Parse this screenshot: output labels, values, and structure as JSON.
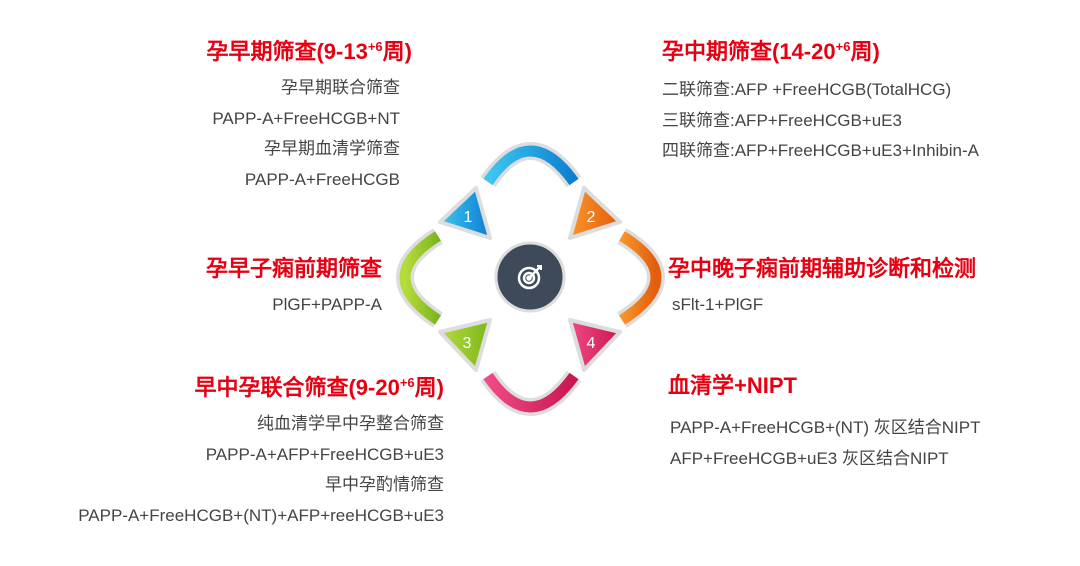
{
  "sections": [
    {
      "num": "1",
      "title": "孕早期筛查(9-13",
      "sup": "+6",
      "title_end": "周)",
      "lines": [
        "孕早期联合筛查",
        "PAPP-A+FreeHCGB+NT",
        "孕早期血清学筛查",
        "PAPP-A+FreeHCGB"
      ]
    },
    {
      "num": "2",
      "title": "孕中期筛查(14-20",
      "sup": "+6",
      "title_end": "周)",
      "lines": [
        "二联筛查:AFP +FreeHCGB(TotalHCG)",
        "三联筛查:AFP+FreeHCGB+uE3",
        "四联筛查:AFP+FreeHCGB+uE3+Inhibin-A"
      ]
    },
    {
      "title": "孕早子痫前期筛查",
      "lines": [
        "PlGF+PAPP-A"
      ]
    },
    {
      "title": "孕中晚子痫前期辅助诊断和检测",
      "lines": [
        "sFlt-1+PlGF"
      ]
    },
    {
      "num": "3",
      "title": "早中孕联合筛查(9-20",
      "sup": "+6",
      "title_end": "周)",
      "lines": [
        "纯血清学早中孕整合筛查",
        "PAPP-A+AFP+FreeHCGB+uE3",
        "早中孕酌情筛查",
        "PAPP-A+FreeHCGB+(NT)+AFP+reeHCGB+uE3"
      ]
    },
    {
      "num": "4",
      "title": "血清学+NIPT",
      "lines": [
        "PAPP-A+FreeHCGB+(NT) 灰区结合NIPT",
        "AFP+FreeHCGB+uE3 灰区结合NIPT"
      ]
    }
  ],
  "center_icon": "target-icon",
  "colors": {
    "title": "#e60012",
    "text": "#444444",
    "blue": "#1ea7e8",
    "orange": "#f07a1a",
    "green": "#9ccc2a",
    "pink": "#e52a6f",
    "center": "#3e4a5a"
  }
}
